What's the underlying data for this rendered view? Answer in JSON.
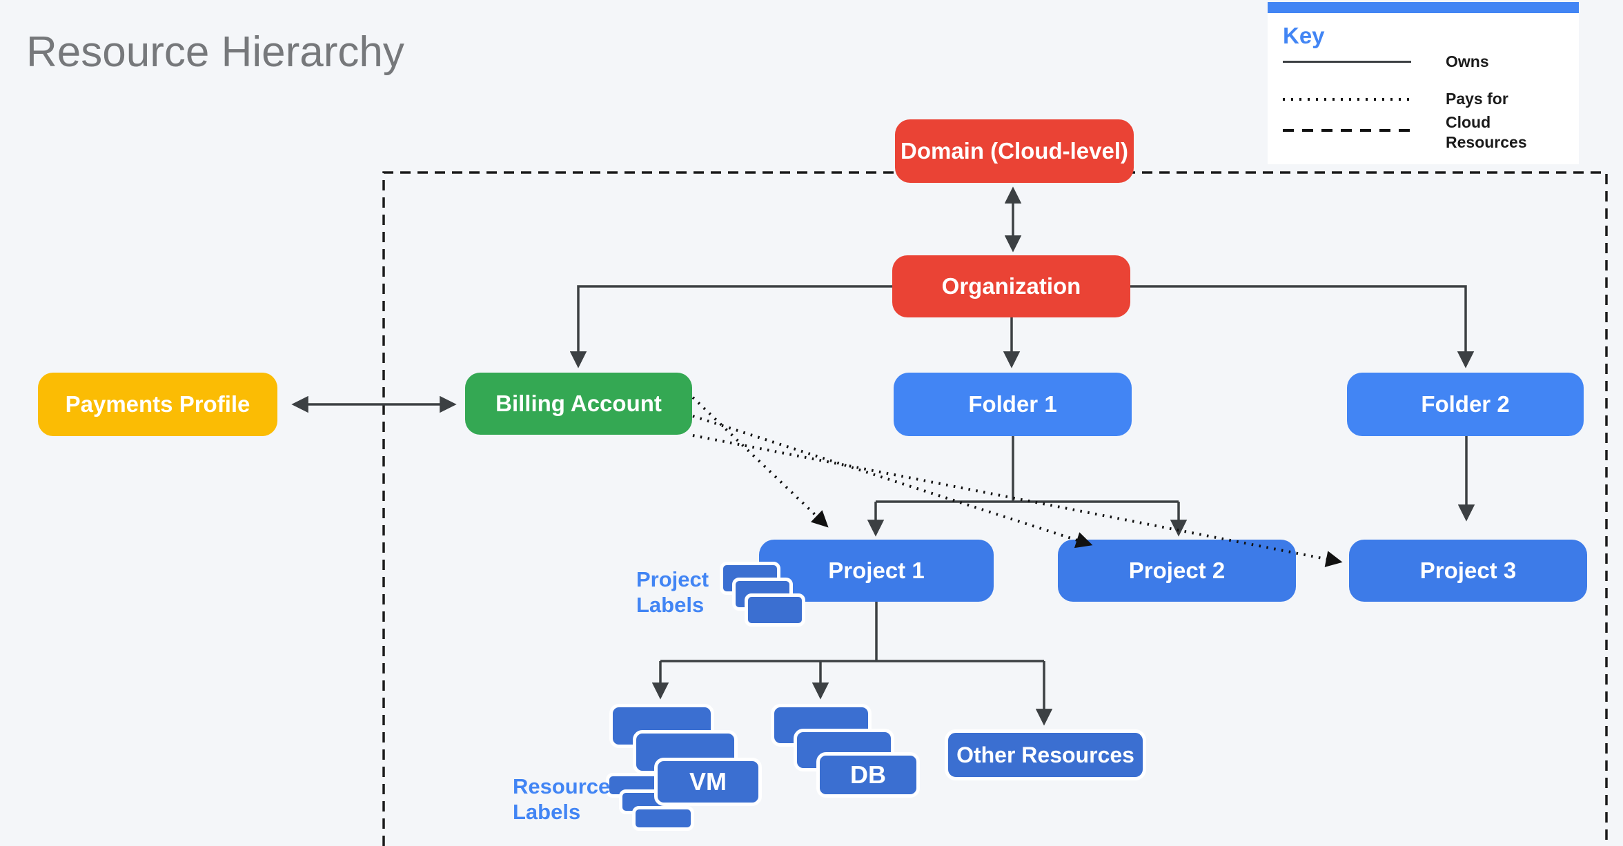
{
  "title": "Resource Hierarchy",
  "key": {
    "title": "Key",
    "items": [
      {
        "line_style": "solid",
        "label": "Owns"
      },
      {
        "line_style": "dotted",
        "label": "Pays for"
      },
      {
        "line_style": "dashed",
        "label": "Cloud Resources"
      }
    ]
  },
  "nodes": {
    "domain": {
      "label": "Domain (Cloud-level)",
      "color": "#EA4335"
    },
    "organization": {
      "label": "Organization",
      "color": "#EA4335"
    },
    "payments_profile": {
      "label": "Payments Profile",
      "color": "#FBBC04"
    },
    "billing_account": {
      "label": "Billing Account",
      "color": "#34A853"
    },
    "folder_1": {
      "label": "Folder 1",
      "color": "#4285F4"
    },
    "folder_2": {
      "label": "Folder 2",
      "color": "#4285F4"
    },
    "project_1": {
      "label": "Project 1",
      "color": "#3D7BE8"
    },
    "project_2": {
      "label": "Project 2",
      "color": "#3D7BE8"
    },
    "project_3": {
      "label": "Project 3",
      "color": "#3D7BE8"
    },
    "vm": {
      "label": "VM",
      "color": "#3B6FD1"
    },
    "db": {
      "label": "DB",
      "color": "#3B6FD1"
    },
    "other_resources": {
      "label": "Other Resources",
      "color": "#3B6FD1"
    }
  },
  "annotations": {
    "project_labels": "Project\nLabels",
    "resource_labels": "Resource\nLabels"
  },
  "colors": {
    "background": "#f4f6f9",
    "title_text": "#76787b",
    "annotation_text": "#4285F4",
    "connector": "#3C4043",
    "dashed_boundary": "#1a1a1a",
    "key_accent": "#4285F4"
  }
}
